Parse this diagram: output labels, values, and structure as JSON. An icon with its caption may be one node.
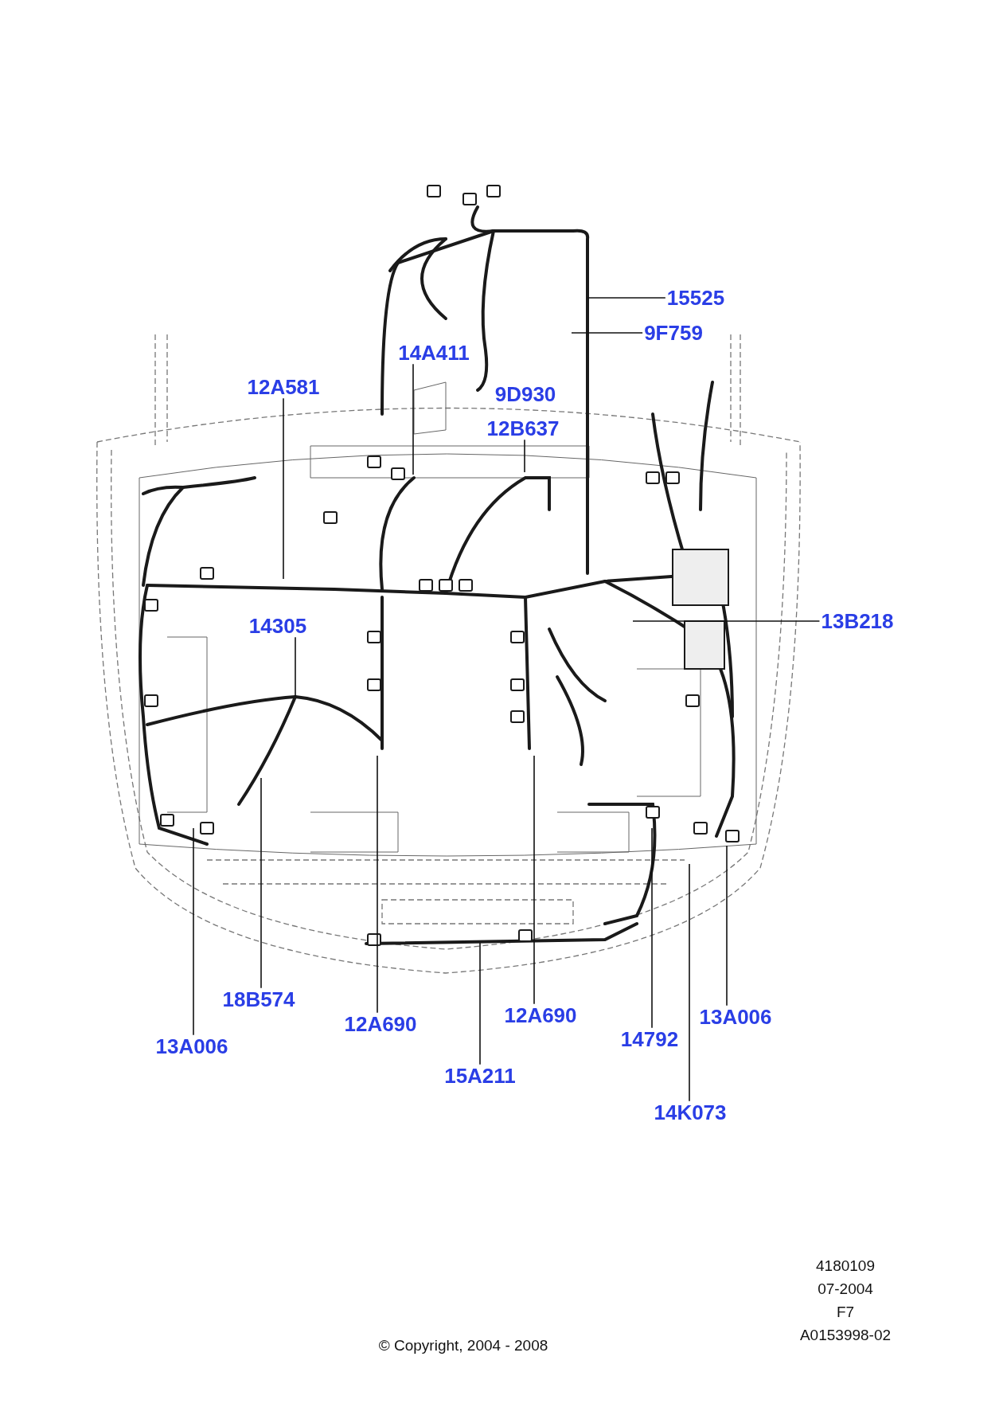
{
  "diagram": {
    "nodes": [
      {
        "text": [
          "15525"
        ]
      },
      {
        "text": [
          "9F759"
        ]
      },
      {
        "text": [
          "14A411"
        ]
      },
      {
        "text": [
          "12A581"
        ]
      },
      {
        "text": [
          "9D930"
        ]
      },
      {
        "text": [
          "12B637"
        ]
      },
      {
        "text": [
          "13B218"
        ]
      },
      {
        "text": [
          "14305"
        ]
      },
      {
        "text": [
          "18B574"
        ]
      },
      {
        "text": [
          "12A690"
        ]
      },
      {
        "text": [
          "13A006"
        ]
      },
      {
        "text": [
          "12A690"
        ]
      },
      {
        "text": [
          "14792"
        ]
      },
      {
        "text": [
          "13A006"
        ]
      },
      {
        "text": [
          "15A211"
        ]
      },
      {
        "text": [
          "14K073"
        ]
      }
    ],
    "edges": [
      {
        "from": 0,
        "to": null,
        "arrow": "none"
      },
      {
        "from": 1,
        "to": null,
        "arrow": "none"
      },
      {
        "from": 2,
        "to": null,
        "arrow": "none"
      },
      {
        "from": 3,
        "to": null,
        "arrow": "none"
      },
      {
        "from": 5,
        "to": null,
        "arrow": "none"
      },
      {
        "from": 6,
        "to": null,
        "arrow": "none"
      },
      {
        "from": 7,
        "to": null,
        "arrow": "none"
      },
      {
        "from": 8,
        "to": null,
        "arrow": "none"
      },
      {
        "from": 9,
        "to": null,
        "arrow": "none"
      },
      {
        "from": 10,
        "to": null,
        "arrow": "none"
      },
      {
        "from": 11,
        "to": null,
        "arrow": "none"
      },
      {
        "from": 12,
        "to": null,
        "arrow": "none"
      },
      {
        "from": 13,
        "to": null,
        "arrow": "none"
      },
      {
        "from": 14,
        "to": null,
        "arrow": "none"
      },
      {
        "from": 15,
        "to": null,
        "arrow": "none"
      }
    ],
    "labels": [
      "4180109",
      "07-2004",
      "F7",
      "A0153998-02",
      "© Copyright, 2004 - 2008"
    ]
  }
}
